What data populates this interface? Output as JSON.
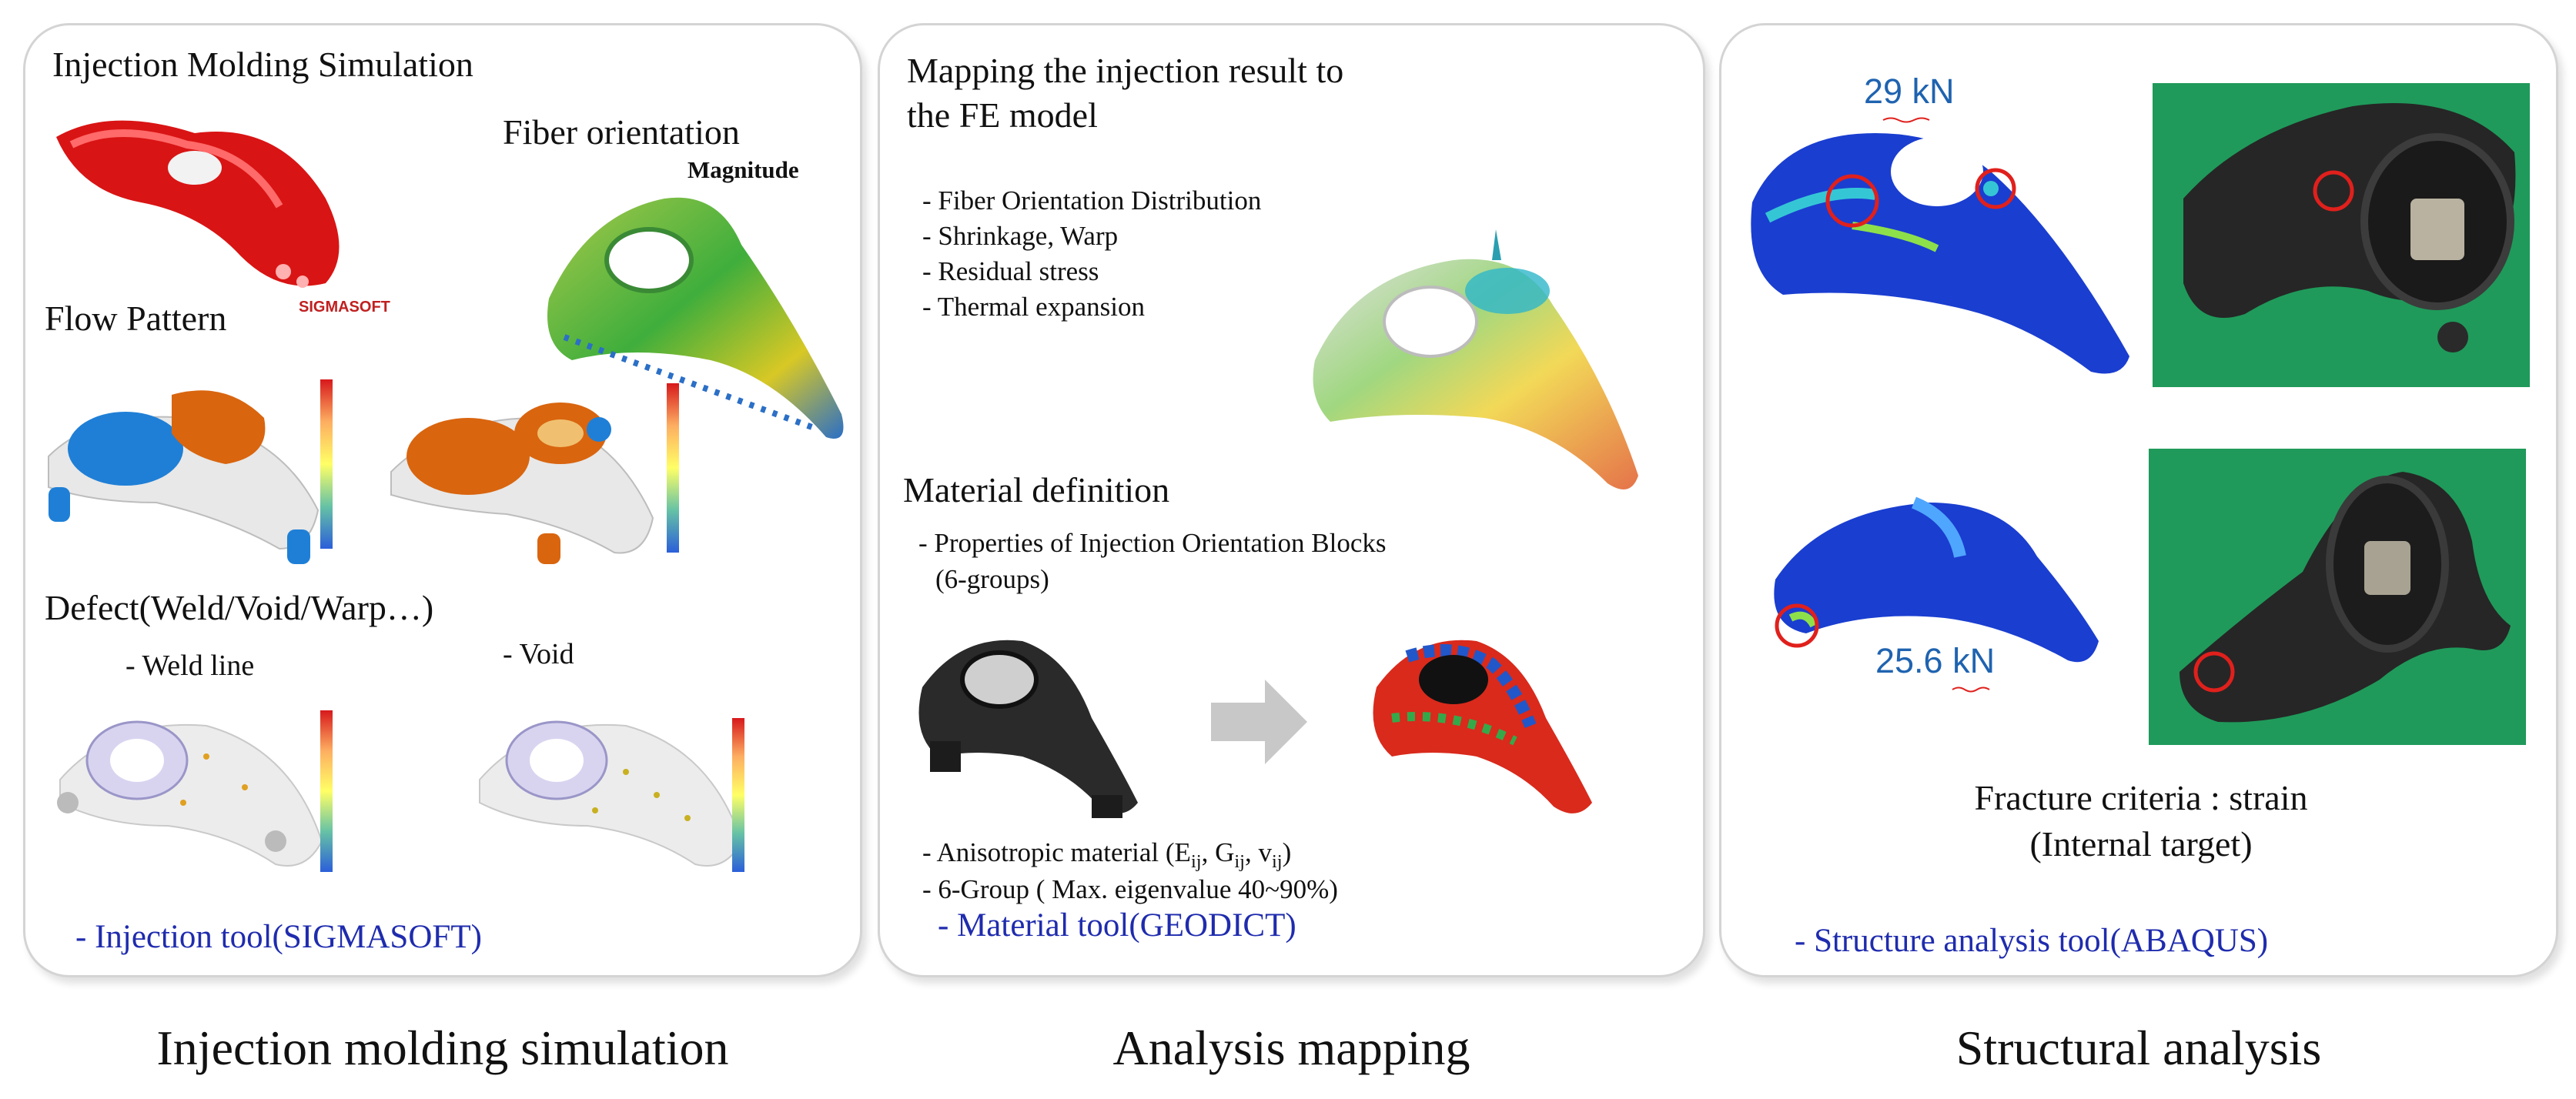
{
  "panel1": {
    "title": "Injection Molding Simulation",
    "fiber_title": "Fiber orientation",
    "fiber_sub": "Magnitude",
    "flow_title": "Flow Pattern",
    "defect_title": "Defect(Weld/Void/Warp…)",
    "weld_label": "- Weld line",
    "void_label": "- Void",
    "logo_text": "SIGMASOFT",
    "tool": "- Injection tool(SIGMASOFT)"
  },
  "panel2": {
    "title_line1": "Mapping the injection result to",
    "title_line2": "the FE model",
    "list": [
      "- Fiber Orientation Distribution",
      "- Shrinkage, Warp",
      "- Residual stress",
      "- Thermal expansion"
    ],
    "material_title": "Material definition",
    "props_line1": "- Properties of Injection Orientation Blocks",
    "props_line2": "(6-groups)",
    "aniso_prefix": "- Anisotropic material (E",
    "aniso_e_sub": "ij",
    "aniso_g": ", G",
    "aniso_g_sub": "ij",
    "aniso_v": ", v",
    "aniso_v_sub": "ij",
    "aniso_suffix": ")",
    "group_line": "- 6-Group ( Max. eigenvalue 40~90%)",
    "tool": "- Material tool(GEODICT)"
  },
  "panel3": {
    "load_top": "29 kN",
    "load_bottom": "25.6 kN",
    "fracture_line1": "Fracture criteria : strain",
    "fracture_line2": "(Internal target)",
    "tool": "- Structure analysis tool(ABAQUS)"
  },
  "captions": [
    "Injection molding simulation",
    "Analysis mapping",
    "Structural analysis"
  ],
  "colors": {
    "tool_text": "#1f2cae",
    "load_text": "#1f63b0",
    "highlight_circle": "#e0201c",
    "photo_green": "#1f9a5a"
  }
}
